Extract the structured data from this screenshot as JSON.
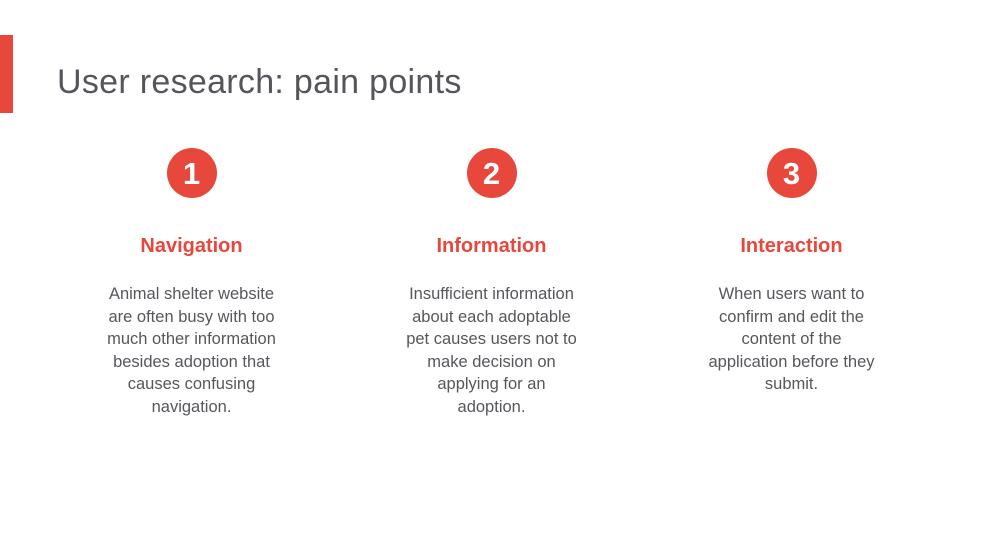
{
  "slide": {
    "title": "User research: pain points",
    "accent_color": "#e8473c",
    "title_color": "#54565c",
    "body_color": "#55575c",
    "background_color": "#ffffff"
  },
  "columns": [
    {
      "number": "1",
      "heading": "Navigation",
      "body": [
        "Animal shelter website",
        "are often busy with too",
        "much other information",
        "besides adoption that",
        "causes confusing",
        "navigation."
      ]
    },
    {
      "number": "2",
      "heading": "Information",
      "body": [
        "Insufficient information",
        "about each adoptable",
        "pet causes users not to",
        "make decision on",
        "applying for an",
        "adoption."
      ]
    },
    {
      "number": "3",
      "heading": "Interaction",
      "body": [
        "When users want to",
        "confirm and edit the",
        "content of the",
        "application before they",
        "submit."
      ]
    }
  ]
}
